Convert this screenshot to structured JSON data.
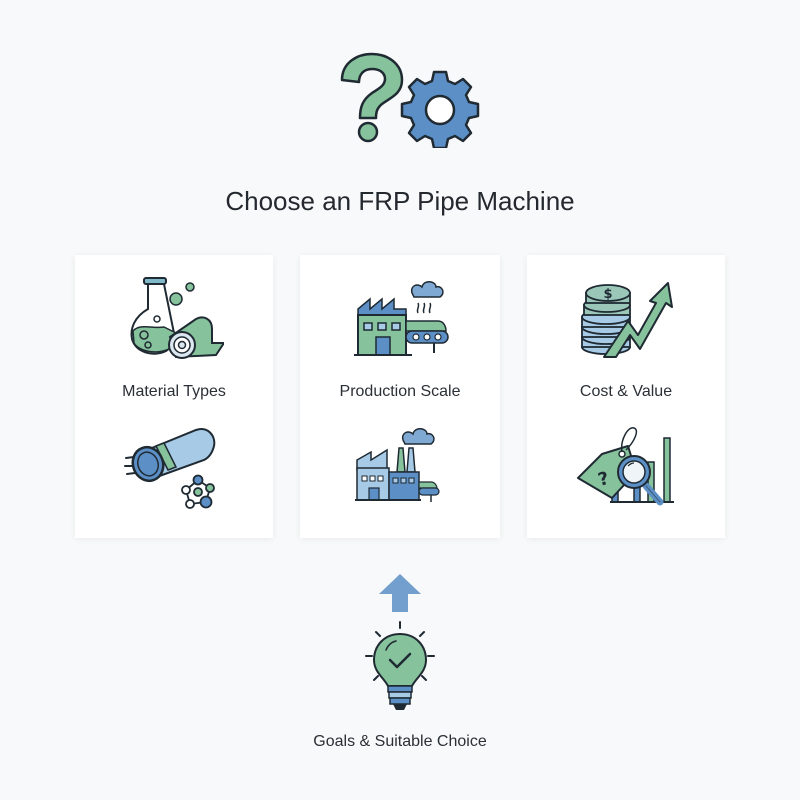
{
  "header": {
    "title": "Choose an FRP Pipe Machine",
    "icons": [
      "question-mark-icon",
      "gear-icon"
    ]
  },
  "cards": [
    {
      "label": "Material Types",
      "icons": [
        "flask-and-fabric-roll-icon",
        "pipe-and-molecule-icon"
      ]
    },
    {
      "label": "Production Scale",
      "icons": [
        "factory-with-conveyor-icon",
        "small-factory-icon"
      ]
    },
    {
      "label": "Cost & Value",
      "icons": [
        "coins-with-rising-arrow-icon",
        "price-tag-magnifier-chart-icon"
      ]
    }
  ],
  "footer": {
    "label": "Goals & Suitable Choice",
    "icons": [
      "up-arrow-icon",
      "lightbulb-check-icon"
    ]
  },
  "colors": {
    "green": "#86c29c",
    "blue": "#5b8fc6",
    "light_blue": "#a7cbe6",
    "outline": "#1f2a33",
    "background": "#f8f9fa",
    "card": "#ffffff"
  }
}
